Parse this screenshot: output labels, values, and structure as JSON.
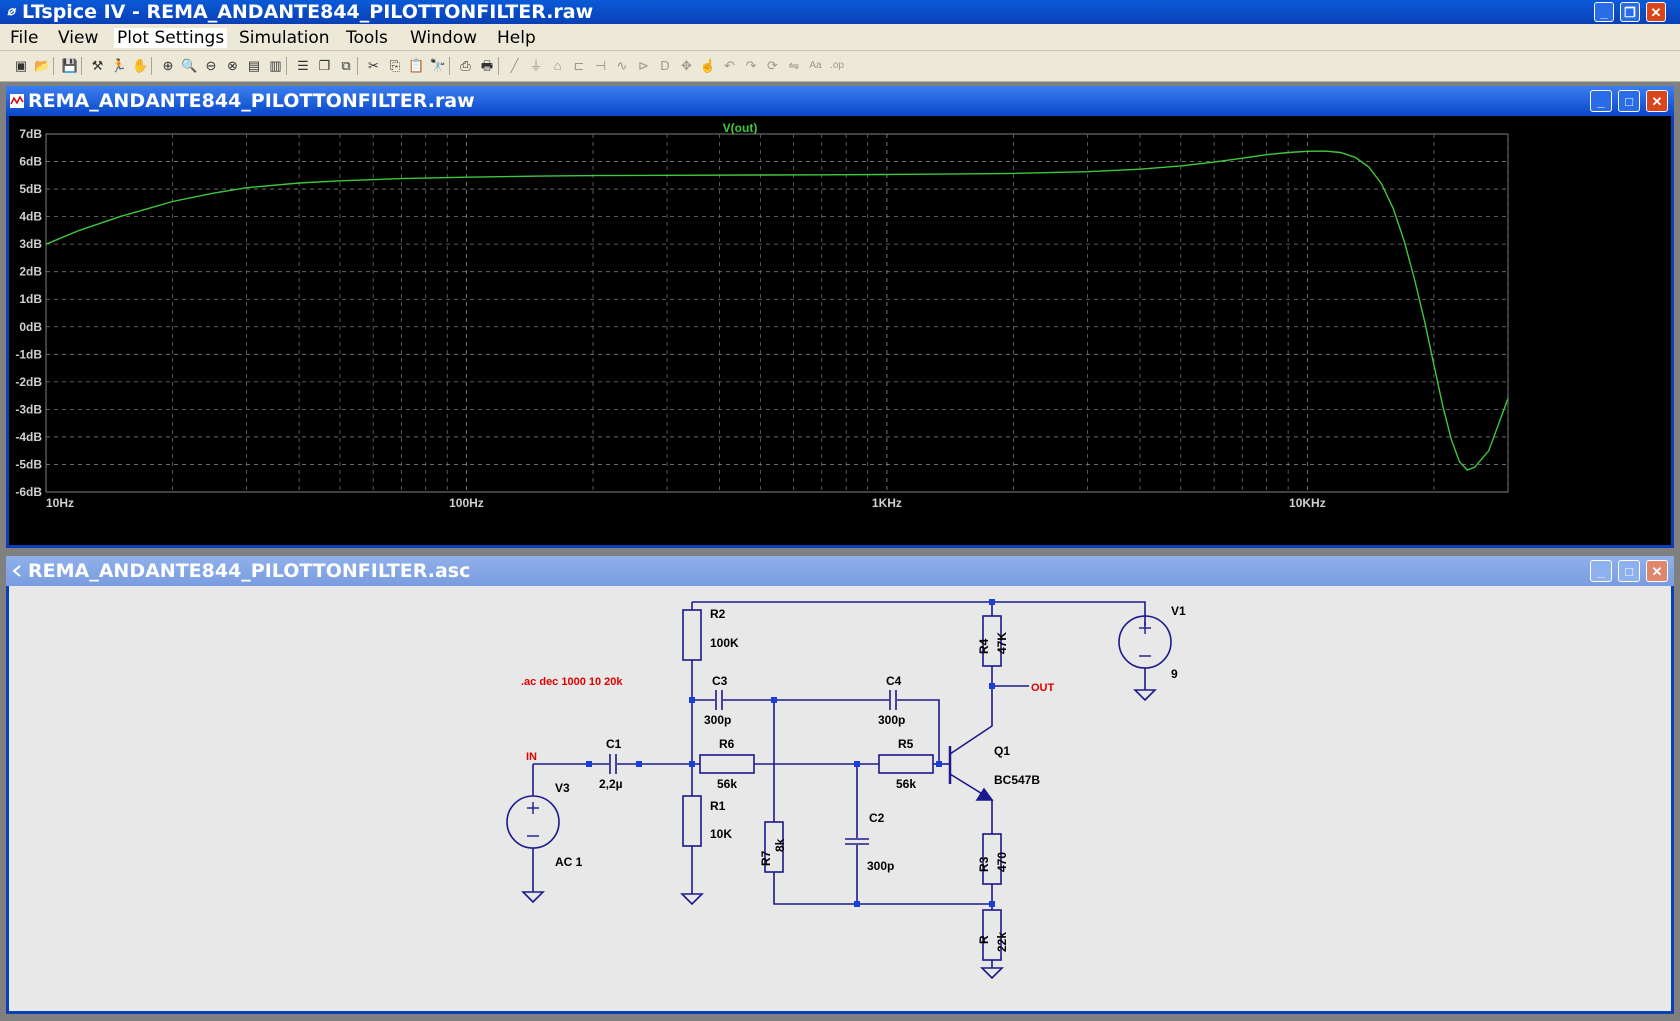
{
  "app": {
    "title": "LTspice IV - REMA_ANDANTE844_PILOTTONFILTER.raw",
    "icon": "ltspice-icon"
  },
  "window_controls": {
    "minimize": "_",
    "restore": "❐",
    "close": "✕"
  },
  "menu": [
    {
      "label": "File"
    },
    {
      "label": "View"
    },
    {
      "label": "Plot Settings"
    },
    {
      "label": "Simulation"
    },
    {
      "label": "Tools"
    },
    {
      "label": "Window"
    },
    {
      "label": "Help"
    }
  ],
  "toolbar_icons": [
    "new-schematic-icon",
    "open-icon",
    "save-icon",
    "control-panel-icon",
    "run-icon",
    "halt-icon",
    "zoom-in-icon",
    "zoom-full-icon",
    "zoom-out-icon",
    "zoom-cancel-icon",
    "autorange-icon",
    "autorange-all-icon",
    "tile-horizontal-icon",
    "cascade-icon",
    "close-all-icon",
    "cut-icon",
    "copy-icon",
    "paste-icon",
    "find-icon",
    "print-preview-icon",
    "print-icon",
    "wire-icon",
    "ground-icon",
    "label-icon",
    "resistor-icon",
    "capacitor-icon",
    "inductor-icon",
    "diode-icon",
    "component-icon",
    "move-icon",
    "drag-icon",
    "undo-icon",
    "redo-icon",
    "rotate-icon",
    "mirror-icon",
    "text-icon",
    "spice-directive-icon"
  ],
  "plot_window": {
    "title": "REMA_ANDANTE844_PILOTTONFILTER.raw",
    "trace_label": "V(out)"
  },
  "schematic_window": {
    "title": "REMA_ANDANTE844_PILOTTONFILTER.asc"
  },
  "chart_data": {
    "type": "line",
    "x_scale": "log",
    "xlim": [
      10,
      30000
    ],
    "ylim": [
      -6,
      7
    ],
    "grid": true,
    "y_ticks": [
      "7dB",
      "6dB",
      "5dB",
      "4dB",
      "3dB",
      "2dB",
      "1dB",
      "0dB",
      "-1dB",
      "-2dB",
      "-3dB",
      "-4dB",
      "-5dB",
      "-6dB"
    ],
    "x_ticks": [
      {
        "value": 10,
        "label": "10Hz"
      },
      {
        "value": 100,
        "label": "100Hz"
      },
      {
        "value": 1000,
        "label": "1KHz"
      },
      {
        "value": 10000,
        "label": "10KHz"
      }
    ],
    "series": [
      {
        "name": "V(out)",
        "color": "#3ec83e",
        "x": [
          10,
          12,
          15,
          20,
          25,
          30,
          40,
          50,
          70,
          100,
          150,
          200,
          300,
          500,
          700,
          1000,
          1500,
          2000,
          3000,
          4000,
          5000,
          6000,
          7000,
          8000,
          9000,
          10000,
          11000,
          12000,
          13000,
          14000,
          15000,
          16000,
          17000,
          18000,
          19000,
          20000,
          21000,
          22000,
          23000,
          24000,
          25000,
          27000,
          30000
        ],
        "y": [
          3.0,
          3.5,
          4.0,
          4.55,
          4.85,
          5.05,
          5.22,
          5.3,
          5.38,
          5.43,
          5.47,
          5.49,
          5.5,
          5.51,
          5.52,
          5.53,
          5.55,
          5.57,
          5.63,
          5.72,
          5.84,
          5.98,
          6.12,
          6.25,
          6.33,
          6.37,
          6.38,
          6.33,
          6.15,
          5.8,
          5.2,
          4.3,
          3.1,
          1.7,
          0.2,
          -1.4,
          -2.9,
          -4.1,
          -4.9,
          -5.2,
          -5.1,
          -4.5,
          -2.6
        ]
      }
    ]
  },
  "schematic": {
    "directive": ".ac dec 1000 10 20k",
    "net_labels": {
      "in": "IN",
      "out": "OUT"
    },
    "components": {
      "R2": {
        "name": "R2",
        "value": "100K"
      },
      "R1": {
        "name": "R1",
        "value": "10K"
      },
      "C3": {
        "name": "C3",
        "value": "300p"
      },
      "C4": {
        "name": "C4",
        "value": "300p"
      },
      "C1": {
        "name": "C1",
        "value": "2,2µ"
      },
      "R6": {
        "name": "R6",
        "value": "56k"
      },
      "R5": {
        "name": "R5",
        "value": "56k"
      },
      "R7": {
        "name": "R7",
        "value": "8k"
      },
      "C2": {
        "name": "C2",
        "value": "300p"
      },
      "R4": {
        "name": "R4",
        "value": "47K"
      },
      "R3": {
        "name": "R3",
        "value": "470"
      },
      "R": {
        "name": "R",
        "value": "22k"
      },
      "Q1": {
        "name": "Q1",
        "value": "BC547B"
      },
      "V1": {
        "name": "V1",
        "value": "9"
      },
      "V3": {
        "name": "V3",
        "value": "AC 1"
      }
    }
  }
}
